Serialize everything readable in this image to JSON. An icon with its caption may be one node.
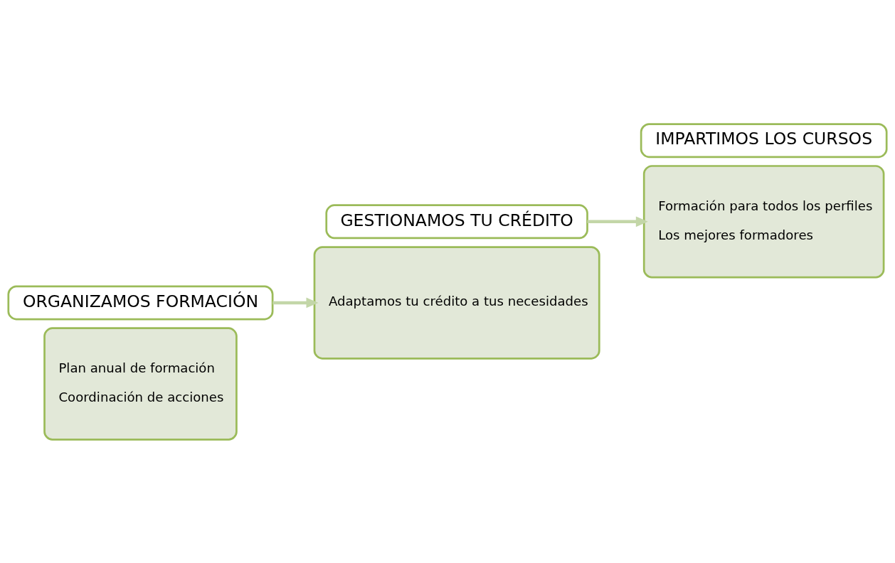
{
  "diagram": {
    "nodes": [
      {
        "text": [
          "Plan anual de formación",
          "Coordinación de acciones"
        ]
      },
      {
        "text": [
          "ORGANIZAMOS FORMACIÓN"
        ]
      },
      {
        "text": [
          "GESTIONAMOS TU CRÉDITO"
        ]
      },
      {
        "text": [
          "Adaptamos tu crédito a tus necesidades"
        ]
      },
      {
        "text": [
          "Formación para todos los perfiles",
          "Los mejores formadores"
        ]
      },
      {
        "text": [
          "IMPARTIMOS LOS CURSOS"
        ]
      }
    ],
    "edges": [
      {
        "from": 1,
        "to": 3,
        "arrow": "to"
      },
      {
        "from": 2,
        "to": 4,
        "arrow": "to"
      }
    ]
  }
}
